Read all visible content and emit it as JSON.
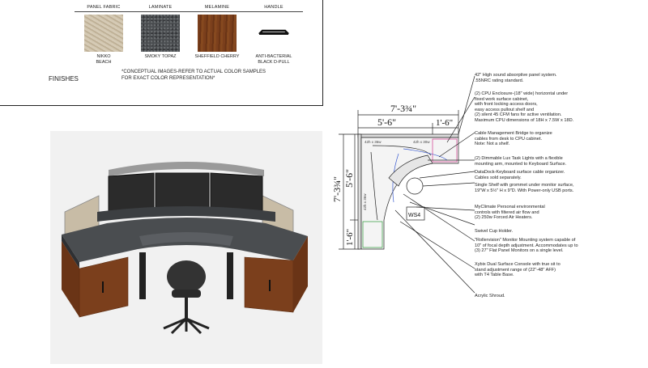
{
  "finishes": {
    "title": "FINISHES",
    "disclaimer": "*CONCEPTUAL IMAGES-REFER TO ACTUAL COLOR SAMPLES FOR EXACT COLOR REPRESENTATION*",
    "items": [
      {
        "header": "PANEL FABRIC",
        "label": "NIKKO\nBEACH",
        "color": "#cbbfa8"
      },
      {
        "header": "LAMINATE",
        "label": "SMOKY TOPAZ",
        "color": "#4a4d50"
      },
      {
        "header": "MELAMINE",
        "label": "SHEFFIELD CHERRY",
        "color": "#7b3f1c"
      },
      {
        "header": "HANDLE",
        "label": "ANTI-BACTERIAL\nBLACK D-PULL",
        "color": "#111111"
      }
    ]
  },
  "plan": {
    "dims": {
      "top_overall": "7'-3¾\"",
      "top_left": "5'-6\"",
      "top_right": "1'-6\"",
      "left_overall": "7'-3¾\"",
      "left_upper": "5'-6\"",
      "left_lower": "1'-6\""
    },
    "station_label": "WS4",
    "small_labels": [
      "42h x 36w",
      "42h x 30w",
      "42h x 36w"
    ]
  },
  "callouts": [
    "42\" High sound absorptive panel system.\n.55NRC rating standard.",
    "(2) CPU Enclosure-(18\" wide) horizontal under\nfixed work surface cabinet,\nwith front locking access doors,\neasy access pullout shelf and\n(2) silent 45 CFM fans for active ventilation.\nMaximum CPU dimensions of 18H x 7.5W x 18D.",
    "Cable Management Bridge to organize\ncables from desk to CPU cabinet.\nNote: Not a shelf.",
    "(2) Dimmable Lux Task Lights with a flexible\nmounting arm, mounted to Keyboard Surface.",
    "DataDock-Keyboard surface cable organizer.\nCables sold separately.",
    "Single Shelf with grommet under monitor surface,\n19\"W x 5½\" H x 9\"D. With Power-only USB ports.",
    "MyClimate Personal environmental\ncontrols with filtered air flow and\n(2) 250w Forced Air Heaters.",
    "Swivel Cup Holder.",
    "\"Rollervision\" Monitor Mounting system capable of\n10\" of focal depth adjustment. Accommodates up to\n(3) 27\" Flat Panel Monitors on a single level.",
    "Xybix Dual Surface Console with true sit to\nstand adjustment range of (22\"-48\" AFF)\nwith T4 Table Base.",
    "Acrylic Shroud."
  ]
}
